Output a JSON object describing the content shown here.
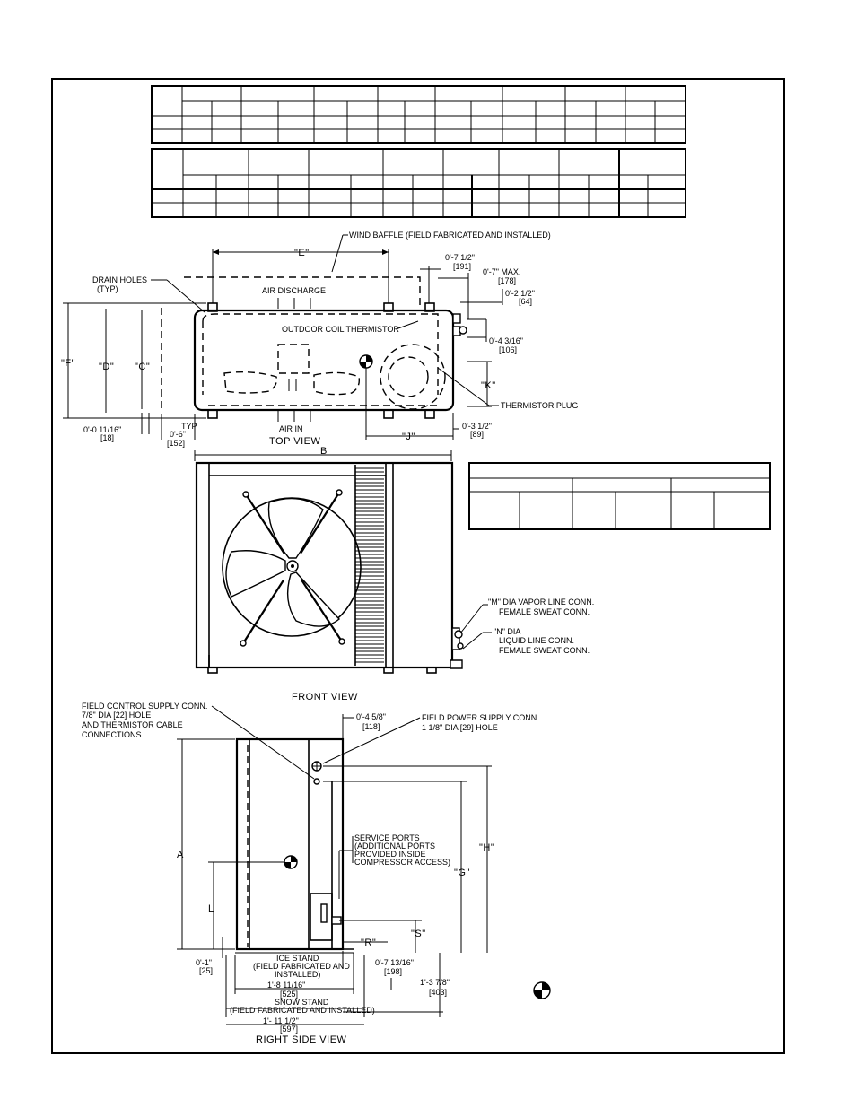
{
  "views": {
    "top": "TOP VIEW",
    "front": "FRONT VIEW",
    "side": "RIGHT SIDE VIEW"
  },
  "top_view": {
    "wind_baffle": "WIND BAFFLE (FIELD FABRICATED AND INSTALLED)",
    "drain_holes": "DRAIN HOLES",
    "drain_typ": "(TYP)",
    "air_discharge": "AIR DISCHARGE",
    "outdoor_coil_thermistor": "OUTDOOR COIL THERMISTOR",
    "thermistor_plug": "THERMISTOR PLUG",
    "air_in": "AIR IN",
    "typ": "TYP",
    "dim_e": "\"E\"",
    "dim_f": "\"F\"",
    "dim_d": "\"D\"",
    "dim_c": "\"C\"",
    "dim_j": "\"J\"",
    "dim_k": "\"K\"",
    "d_7_5": "0'-7 1/2\"",
    "d_7_5_mm": "[191]",
    "d_7max": "0'-7\" MAX.",
    "d_7max_mm": "[178]",
    "d_2_5": "0'-2 1/2\"",
    "d_2_5_mm": "[64]",
    "d_4_3": "0'-4 3/16\"",
    "d_4_3_mm": "[106]",
    "d_0_11": "0'-0 11/16\"",
    "d_0_11_mm": "[18]",
    "d_6": "0'-6\"",
    "d_6_mm": "[152]",
    "d_3_5": "0'-3 1/2\"",
    "d_3_5_mm": "[89]"
  },
  "front_view": {
    "dim_b": "B",
    "vapor_1": "\"M\" DIA VAPOR LINE CONN.",
    "vapor_2": "FEMALE SWEAT CONN.",
    "liquid_1": "\"N\" DIA",
    "liquid_2": "LIQUID LINE CONN.",
    "liquid_3": "FEMALE SWEAT CONN."
  },
  "side_view": {
    "field_control_1": "FIELD CONTROL SUPPLY CONN.",
    "field_control_2": "7/8\" DIA [22] HOLE",
    "field_control_3": "AND THERMISTOR CABLE",
    "field_control_4": "CONNECTIONS",
    "d_4_5": "0'-4 5/8\"",
    "d_4_5_mm": "[118]",
    "field_power_1": "FIELD POWER SUPPLY CONN.",
    "field_power_2": "1 1/8\" DIA [29] HOLE",
    "service_1": "SERVICE PORTS",
    "service_2": "(ADDITIONAL PORTS",
    "service_3": "PROVIDED INSIDE",
    "service_4": "COMPRESSOR ACCESS)",
    "dim_a": "A",
    "dim_l": "L",
    "dim_g": "\"G\"",
    "dim_h": "\"H\"",
    "dim_r": "\"R\"",
    "dim_s": "\"S\"",
    "d_1": "0'-1\"",
    "d_1_mm": "[25]",
    "ice_1": "ICE STAND",
    "ice_2": "(FIELD FABRICATED AND",
    "ice_3": "INSTALLED)",
    "d_7_13": "0'-7 13/16\"",
    "d_7_13_mm": "[198]",
    "d_1_8": "1'-8 11/16\"",
    "d_1_8_mm": "[525]",
    "snow_1": "SNOW STAND",
    "snow_2": "(FIELD FABRICATED AND INSTALLED)",
    "d_1_3": "1'-3 7/8\"",
    "d_1_3_mm": "[403]",
    "d_1_11": "1'- 11 1/2\"",
    "d_1_11_mm": "[597]"
  }
}
